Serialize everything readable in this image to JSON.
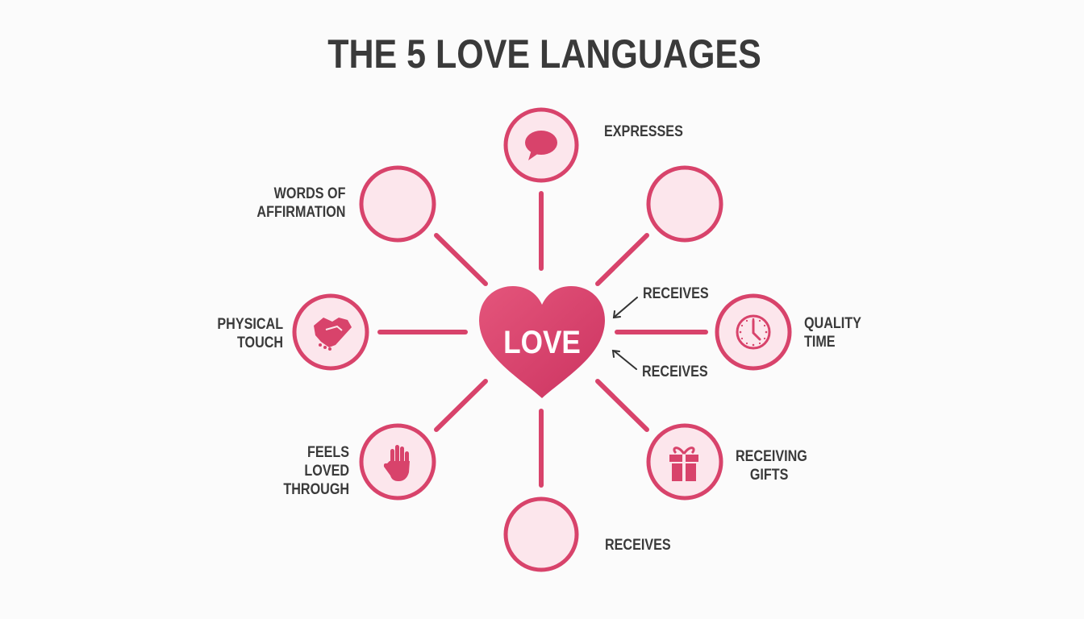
{
  "title": "THE 5 LOVE LANGUAGES",
  "center": {
    "label": "LOVE",
    "icon": "heart-icon"
  },
  "colors": {
    "accent": "#d8436b",
    "node_fill": "#fce6ec",
    "text": "#3a3a3a",
    "background": "#fbfbfb"
  },
  "nodes": [
    {
      "id": "top",
      "icon": "speech-bubble-icon",
      "label_lines": [
        "EXPRESSES"
      ]
    },
    {
      "id": "top-left",
      "icon": "none",
      "label_lines": [
        "WORDS OF",
        "AFFIRMATION"
      ]
    },
    {
      "id": "top-right",
      "icon": "none",
      "label_lines": []
    },
    {
      "id": "left",
      "icon": "handshake-icon",
      "label_lines": [
        "PHYSICAL",
        "TOUCH"
      ]
    },
    {
      "id": "right",
      "icon": "clock-icon",
      "label_lines": [
        "QUALITY",
        "TIME"
      ]
    },
    {
      "id": "bottom-left",
      "icon": "hand-icon",
      "label_lines": [
        "FEELS",
        "LOVED",
        "THROUGH"
      ]
    },
    {
      "id": "bottom-right",
      "icon": "gift-icon",
      "label_lines": [
        "RECEIVING",
        "GIFTS"
      ]
    },
    {
      "id": "bottom",
      "icon": "none",
      "label_lines": [
        "RECEIVES"
      ]
    }
  ],
  "annotations": [
    {
      "id": "arrow-upper",
      "text": "RECEIVES",
      "icon": "arrow-icon"
    },
    {
      "id": "arrow-lower",
      "text": "RECEIVES",
      "icon": "arrow-icon"
    }
  ]
}
